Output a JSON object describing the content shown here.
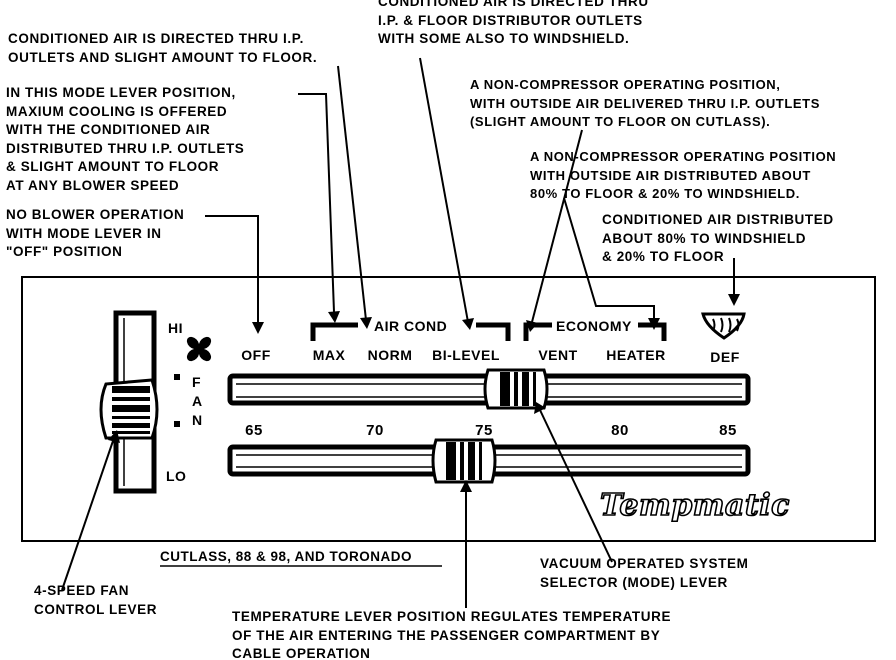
{
  "annotations": {
    "bilevel_note": [
      "CONDITIONED AIR IS DIRECTED THRU",
      "I.P. & FLOOR DISTRIBUTOR OUTLETS",
      "WITH SOME ALSO TO WINDSHIELD."
    ],
    "norm_note": [
      "CONDITIONED AIR IS DIRECTED THRU I.P.",
      "OUTLETS AND SLIGHT AMOUNT TO FLOOR."
    ],
    "max_note": [
      "IN THIS MODE LEVER POSITION,",
      "MAXIUM COOLING IS OFFERED",
      "WITH THE CONDITIONED AIR",
      "DISTRIBUTED THRU I.P. OUTLETS",
      "& SLIGHT AMOUNT TO FLOOR",
      "AT ANY BLOWER SPEED"
    ],
    "off_note": [
      "NO BLOWER OPERATION",
      "WITH MODE LEVER IN",
      "\"OFF\" POSITION"
    ],
    "vent_note": [
      "A NON-COMPRESSOR OPERATING POSITION,",
      "WITH OUTSIDE AIR DELIVERED THRU I.P. OUTLETS",
      "(SLIGHT AMOUNT TO FLOOR ON CUTLASS)."
    ],
    "heater_note": [
      "A NON-COMPRESSOR OPERATING POSITION",
      "WITH OUTSIDE AIR DISTRIBUTED ABOUT",
      "80% TO FLOOR & 20% TO WINDSHIELD."
    ],
    "def_note": [
      "CONDITIONED AIR DISTRIBUTED",
      "ABOUT 80% TO WINDSHIELD",
      "& 20% TO FLOOR"
    ],
    "fan_note": [
      "4-SPEED FAN",
      "CONTROL LEVER"
    ],
    "mode_note": [
      "VACUUM OPERATED SYSTEM",
      "SELECTOR (MODE) LEVER"
    ],
    "temp_note": [
      "TEMPERATURE LEVER POSITION REGULATES TEMPERATURE",
      "OF THE AIR ENTERING THE PASSENGER COMPARTMENT BY",
      "CABLE OPERATION"
    ]
  },
  "panel": {
    "fan": {
      "hi": "HI",
      "lo": "LO",
      "letters": [
        "F",
        "A",
        "N"
      ]
    },
    "mode": {
      "off": "OFF",
      "max": "MAX",
      "norm": "NORM",
      "bilevel": "BI-LEVEL",
      "vent": "VENT",
      "heater": "HEATER",
      "def": "DEF",
      "air_cond": "AIR COND",
      "economy": "ECONOMY",
      "selected": "BI-LEVEL"
    },
    "temp": {
      "ticks": [
        "65",
        "70",
        "75",
        "80",
        "85"
      ],
      "selected": "75"
    },
    "brand": "Tempmatic",
    "models": "CUTLASS, 88 & 98, AND TORONADO"
  }
}
